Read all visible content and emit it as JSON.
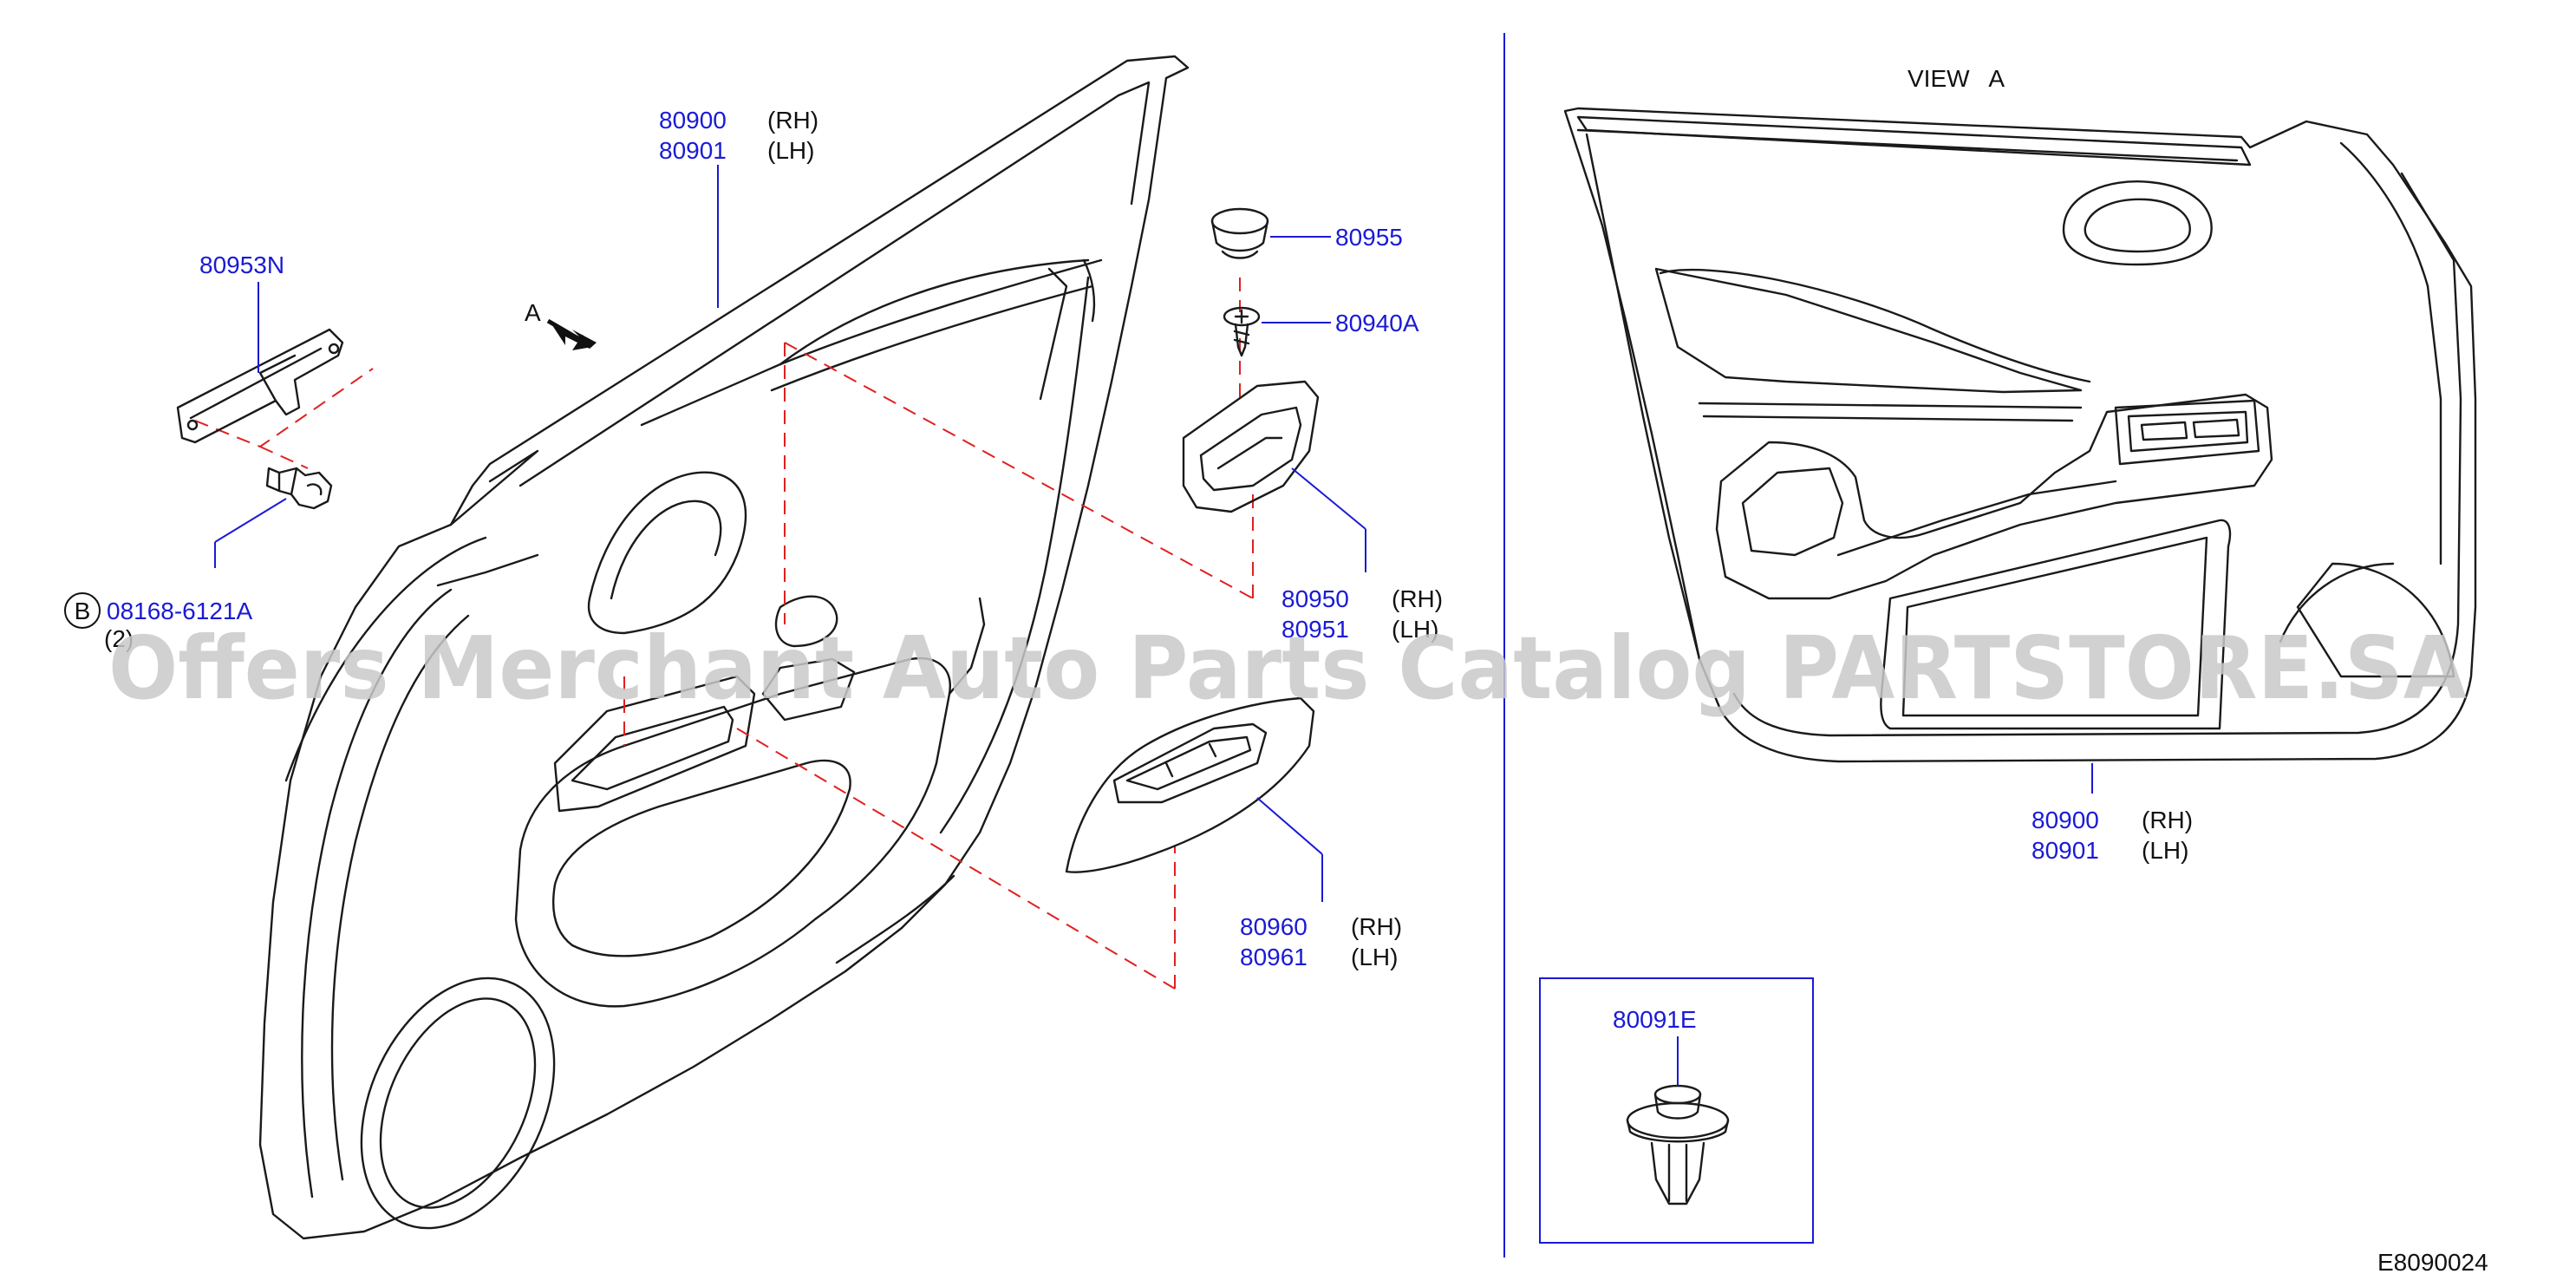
{
  "view_title": "VIEW   A",
  "arrow_label": "A",
  "callouts": [
    {
      "id": "c-80900",
      "parts": [
        {
          "number": "80900",
          "side": "(RH)"
        },
        {
          "number": "80901",
          "side": "(LH)"
        }
      ]
    },
    {
      "id": "c-80953N",
      "parts": [
        {
          "number": "80953N",
          "side": ""
        }
      ]
    },
    {
      "id": "c-08168",
      "prefix": "B",
      "parts": [
        {
          "number": "08168-6121A",
          "side": ""
        }
      ],
      "qty": "(2)"
    },
    {
      "id": "c-80955",
      "parts": [
        {
          "number": "80955",
          "side": ""
        }
      ]
    },
    {
      "id": "c-80940A",
      "parts": [
        {
          "number": "80940A",
          "side": ""
        }
      ]
    },
    {
      "id": "c-80950",
      "parts": [
        {
          "number": "80950",
          "side": "(RH)"
        },
        {
          "number": "80951",
          "side": "(LH)"
        }
      ]
    },
    {
      "id": "c-80960",
      "parts": [
        {
          "number": "80960",
          "side": "(RH)"
        },
        {
          "number": "80961",
          "side": "(LH)"
        }
      ]
    },
    {
      "id": "c-view-80900",
      "parts": [
        {
          "number": "80900",
          "side": "(RH)"
        },
        {
          "number": "80901",
          "side": "(LH)"
        }
      ]
    },
    {
      "id": "c-80091E",
      "parts": [
        {
          "number": "80091E",
          "side": ""
        }
      ]
    }
  ],
  "diagram_code": "E8090024",
  "watermark": "Offers Merchant Auto Parts Catalog PARTSTORE.SA",
  "colors": {
    "part_number": "#1a1ad6",
    "line": "#1a1a1a",
    "dash": "#e02020",
    "watermark": "#c9c9c9"
  }
}
